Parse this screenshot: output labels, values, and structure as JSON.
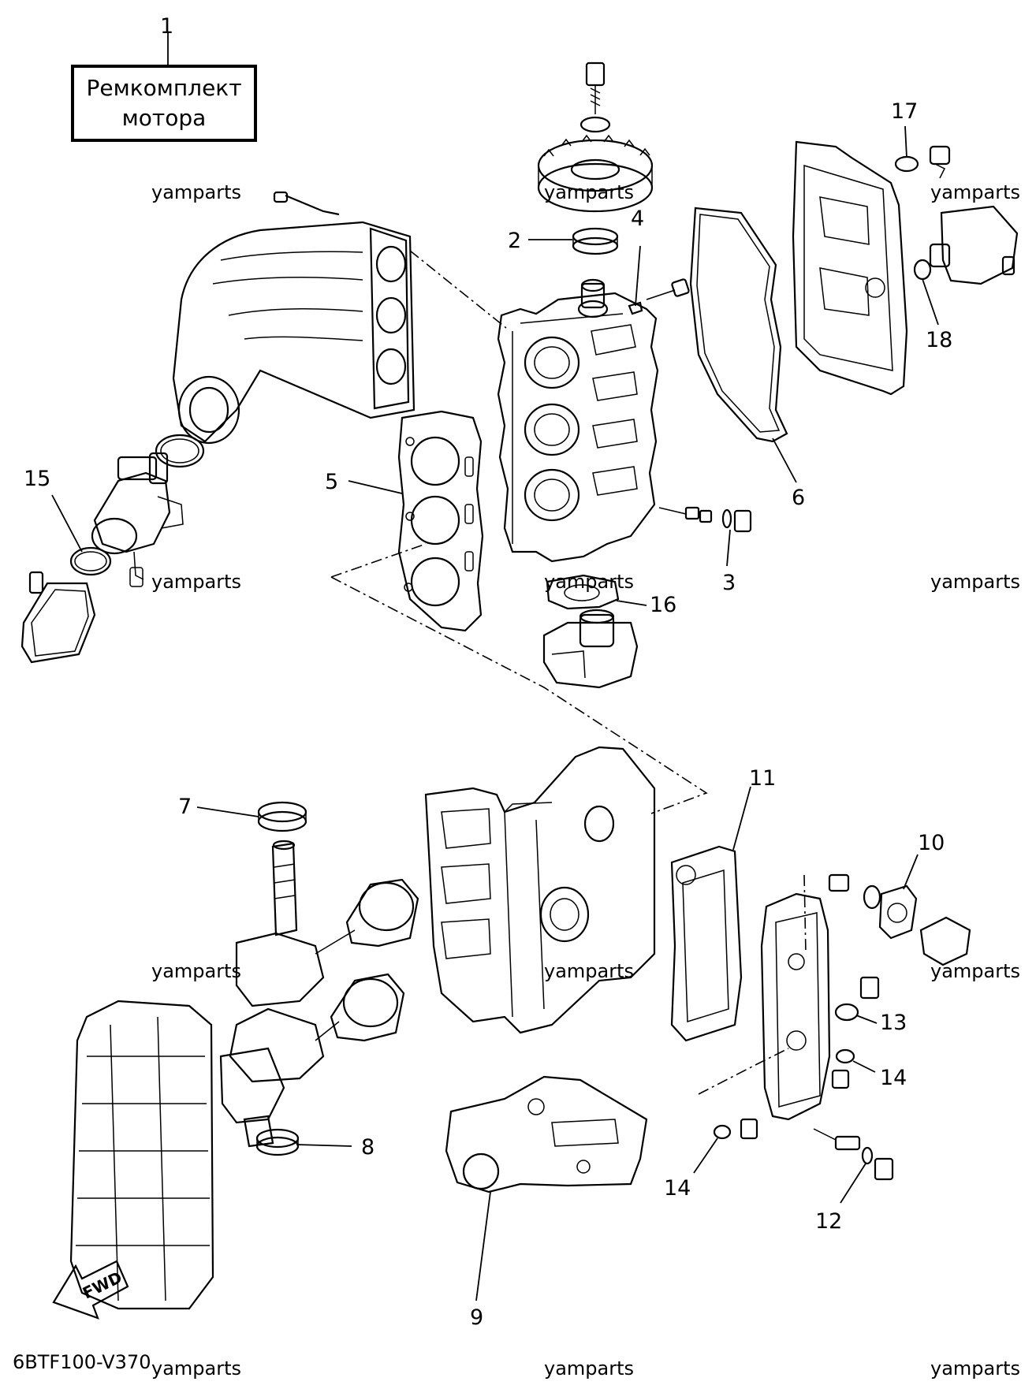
{
  "kit": {
    "line1": "Ремкомплект",
    "line2": "мотора"
  },
  "diagram_code": "6BTF100-V370",
  "fwd_label": "FWD",
  "watermark": "yamparts",
  "callouts": {
    "c1": "1",
    "c2": "2",
    "c3": "3",
    "c4": "4",
    "c5": "5",
    "c6": "6",
    "c7": "7",
    "c8": "8",
    "c9": "9",
    "c10": "10",
    "c11": "11",
    "c12": "12",
    "c13": "13",
    "c14a": "14",
    "c14b": "14",
    "c15": "15",
    "c16": "16",
    "c17": "17",
    "c18": "18"
  }
}
